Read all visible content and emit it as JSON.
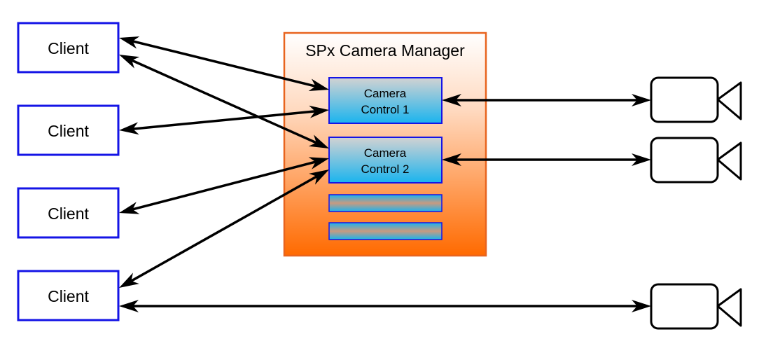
{
  "manager": {
    "title": "SPx Camera Manager"
  },
  "clients": [
    {
      "label": "Client"
    },
    {
      "label": "Client"
    },
    {
      "label": "Client"
    },
    {
      "label": "Client"
    }
  ],
  "controls": [
    {
      "line1": "Camera",
      "line2": "Control 1"
    },
    {
      "line1": "Camera",
      "line2": "Control 2"
    }
  ],
  "colors": {
    "client_border": "#1414e6",
    "manager_border": "#e8641e",
    "manager_fill_top": "#ffffff",
    "manager_fill_bottom": "#ff6a00",
    "control_border": "#1414e6",
    "control_fill_top": "#c8c8c8",
    "control_fill_bottom": "#1ab4ee",
    "arrow": "#000000"
  },
  "connections": [
    {
      "from": "client-1",
      "to": "camera-control-1"
    },
    {
      "from": "client-1",
      "to": "camera-control-2"
    },
    {
      "from": "client-2",
      "to": "camera-control-1"
    },
    {
      "from": "client-3",
      "to": "camera-control-2"
    },
    {
      "from": "client-4",
      "to": "camera-control-2"
    },
    {
      "from": "client-4",
      "to": "camera-3"
    },
    {
      "from": "camera-control-1",
      "to": "camera-1"
    },
    {
      "from": "camera-control-2",
      "to": "camera-2"
    }
  ]
}
